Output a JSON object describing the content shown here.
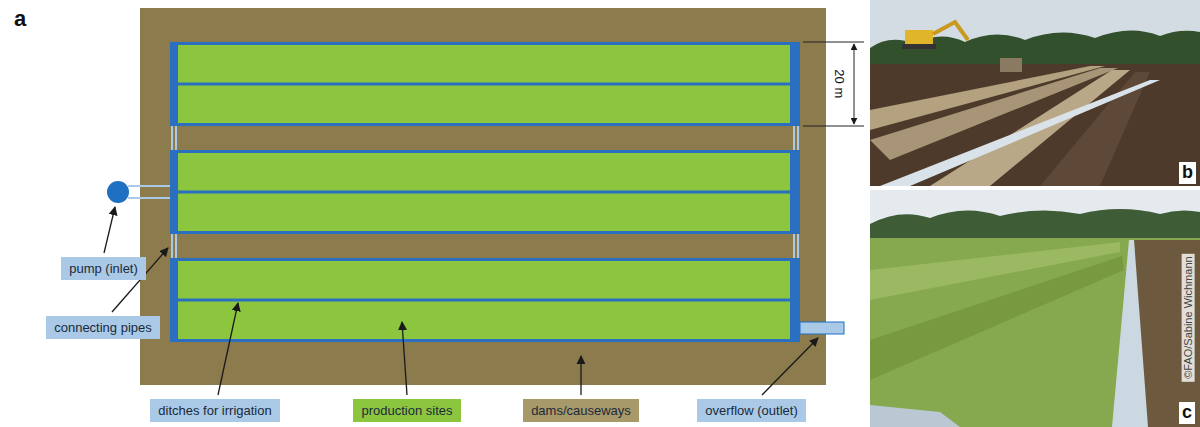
{
  "diagram": {
    "nodes": [
      {
        "text": [
          "pump (inlet)"
        ]
      },
      {
        "text": [
          "connecting pipes"
        ]
      },
      {
        "text": [
          "ditches for irrigation"
        ]
      },
      {
        "text": [
          "production sites"
        ]
      },
      {
        "text": [
          "dams/causeways"
        ]
      },
      {
        "text": [
          "overflow (outlet)"
        ]
      }
    ],
    "labels": [
      "a",
      "20 m",
      "b",
      "c",
      "©FAO/Sabine Wichmann"
    ]
  }
}
